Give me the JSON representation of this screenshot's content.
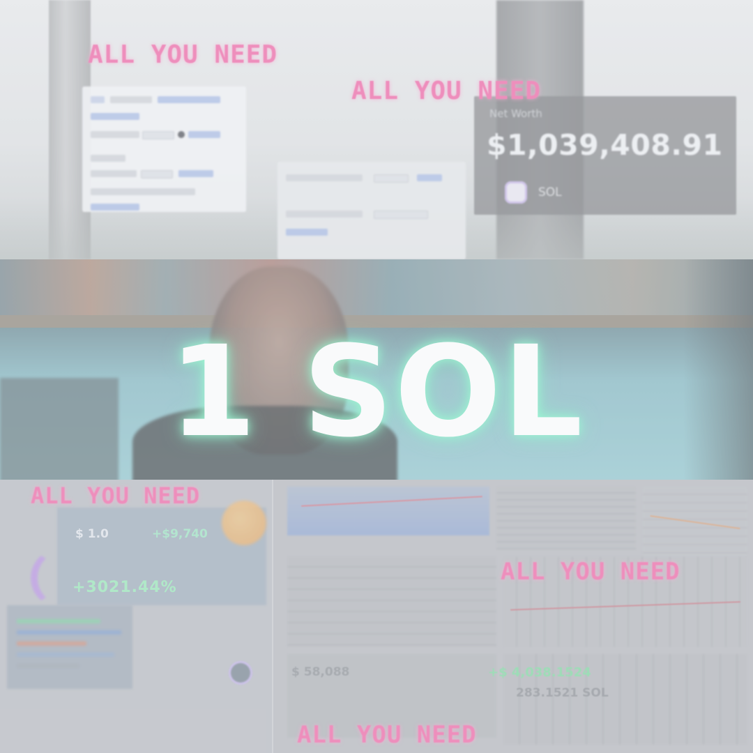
{
  "tagline": "ALL YOU NEED",
  "headline": "1 SOL",
  "net_worth": {
    "label": "Net Worth",
    "value": "$1,039,408.91",
    "token_label": "SOL"
  },
  "stats": {
    "small_a": "$ 1.0",
    "small_b": "+$9,740",
    "percent_change": "+3021.44%",
    "green_value": "+$ 4,038.1524",
    "grey_value": "283.1521 SOL",
    "left_value": "$ 58,088"
  },
  "colors": {
    "tag_pink": "#f06aa8",
    "headline_glow": "#82ffc8",
    "positive_green": "#9ae7b9"
  },
  "icons": {
    "token": "solana-token-icon"
  }
}
